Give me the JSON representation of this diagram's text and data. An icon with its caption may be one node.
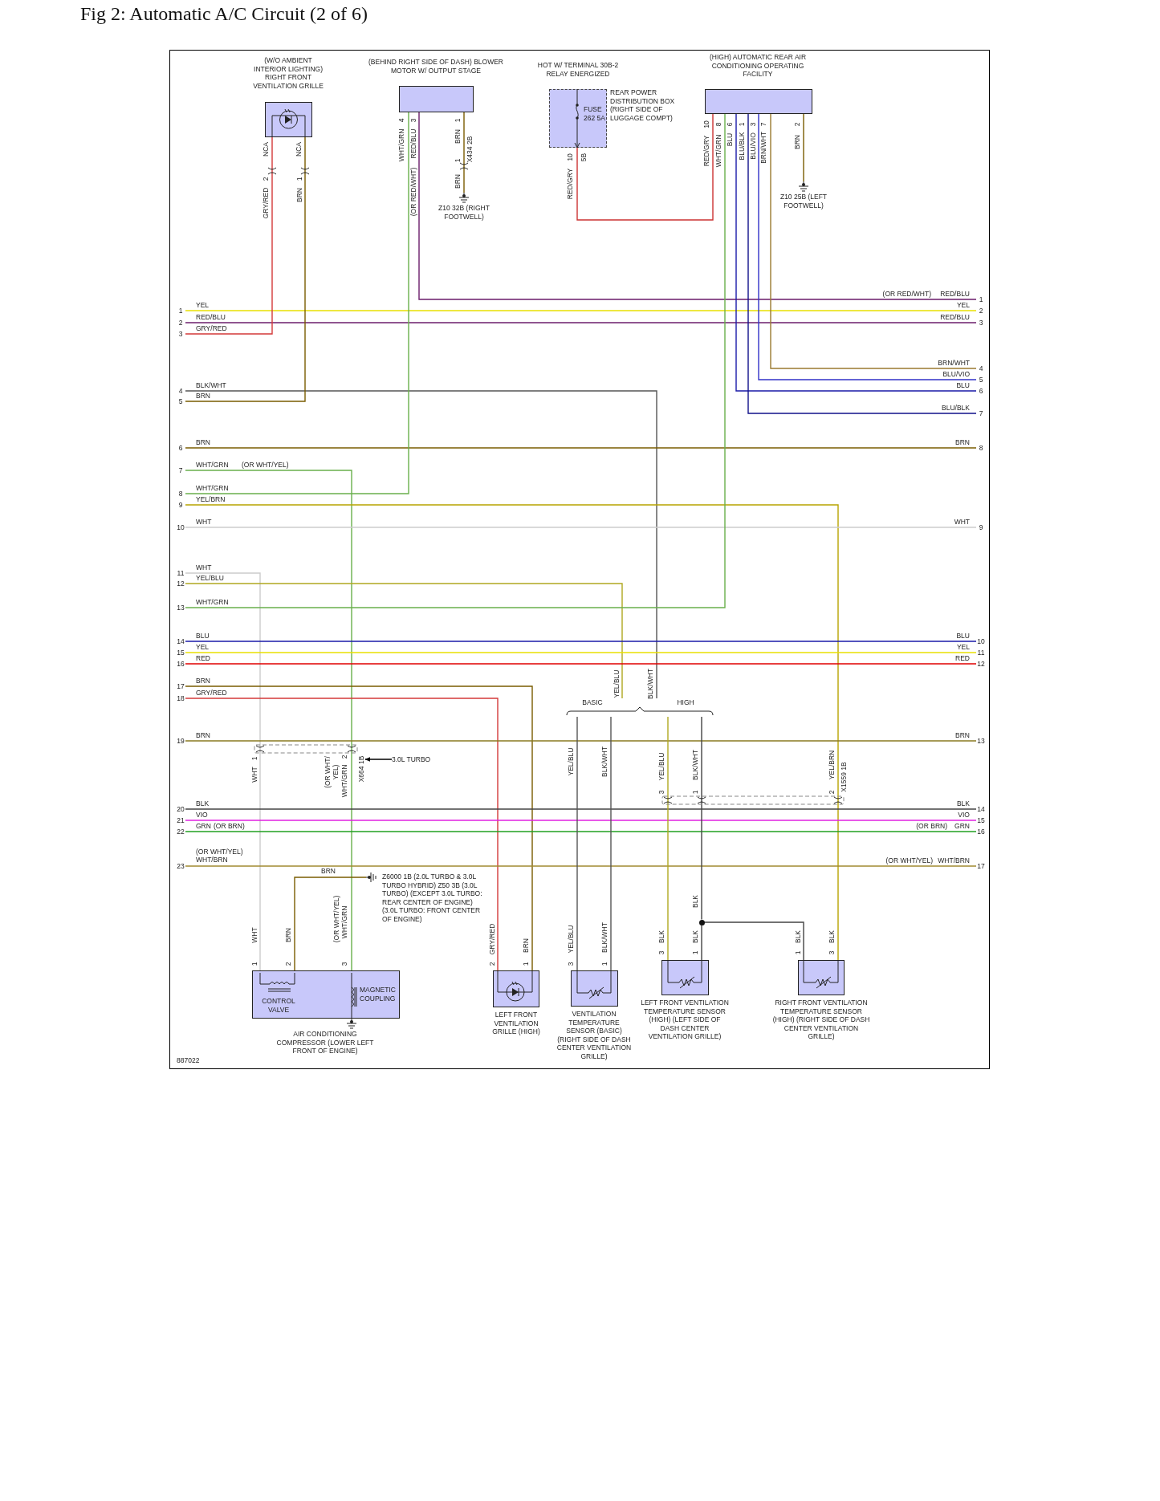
{
  "diagram": {
    "title": "Fig 2: Automatic A/C Circuit (2 of 6)",
    "nodes": [
      {
        "text": [
          "(W/O AMBIENT INTERIOR LIGHTING) RIGHT FRONT VENTILATION GRILLE"
        ]
      },
      {
        "text": [
          "(BEHIND RIGHT SIDE OF DASH) BLOWER MOTOR W/ OUTPUT STAGE"
        ]
      },
      {
        "text": [
          "Z10 32B (RIGHT FOOTWELL)"
        ]
      },
      {
        "text": [
          "HOT W/ TERMINAL 30B-2 RELAY ENERGIZED",
          "FUSE 262 5A",
          "REAR POWER DISTRIBUTION BOX (RIGHT SIDE OF LUGGAGE COMPT)"
        ]
      },
      {
        "text": [
          "(HIGH) AUTOMATIC REAR AIR CONDITIONING OPERATING FACILITY"
        ]
      },
      {
        "text": [
          "Z10 25B (LEFT FOOTWELL)"
        ]
      },
      {
        "text": [
          "1"
        ]
      },
      {
        "text": [
          "2"
        ]
      },
      {
        "text": [
          "3"
        ]
      },
      {
        "text": [
          "4"
        ]
      },
      {
        "text": [
          "5"
        ]
      },
      {
        "text": [
          "6"
        ]
      },
      {
        "text": [
          "7"
        ]
      },
      {
        "text": [
          "8"
        ]
      },
      {
        "text": [
          "9"
        ]
      },
      {
        "text": [
          "10"
        ]
      },
      {
        "text": [
          "11"
        ]
      },
      {
        "text": [
          "12"
        ]
      },
      {
        "text": [
          "13"
        ]
      },
      {
        "text": [
          "14"
        ]
      },
      {
        "text": [
          "15"
        ]
      },
      {
        "text": [
          "16"
        ]
      },
      {
        "text": [
          "17"
        ]
      },
      {
        "text": [
          "18"
        ]
      },
      {
        "text": [
          "19"
        ]
      },
      {
        "text": [
          "20"
        ]
      },
      {
        "text": [
          "21"
        ]
      },
      {
        "text": [
          "22"
        ]
      },
      {
        "text": [
          "23"
        ]
      },
      {
        "text": [
          "1"
        ]
      },
      {
        "text": [
          "2"
        ]
      },
      {
        "text": [
          "3"
        ]
      },
      {
        "text": [
          "4"
        ]
      },
      {
        "text": [
          "5"
        ]
      },
      {
        "text": [
          "6"
        ]
      },
      {
        "text": [
          "7"
        ]
      },
      {
        "text": [
          "8"
        ]
      },
      {
        "text": [
          "9"
        ]
      },
      {
        "text": [
          "10"
        ]
      },
      {
        "text": [
          "11"
        ]
      },
      {
        "text": [
          "12"
        ]
      },
      {
        "text": [
          "13"
        ]
      },
      {
        "text": [
          "14"
        ]
      },
      {
        "text": [
          "15"
        ]
      },
      {
        "text": [
          "16"
        ]
      },
      {
        "text": [
          "17"
        ]
      },
      {
        "text": [
          "BASIC",
          "HIGH"
        ]
      },
      {
        "text": [
          "CONTROL VALVE",
          "MAGNETIC COUPLING",
          "AIR CONDITIONING COMPRESSOR (LOWER LEFT FRONT OF ENGINE)"
        ]
      },
      {
        "text": [
          "Z6000 1B (2.0L TURBO & 3.0L TURBO HYBRID) Z50 3B (3.0L TURBO) (EXCEPT 3.0L TURBO: REAR CENTER OF ENGINE) (3.0L TURBO: FRONT CENTER OF ENGINE)"
        ]
      },
      {
        "text": [
          "LEFT FRONT VENTILATION GRILLE (HIGH)"
        ]
      },
      {
        "text": [
          "VENTILATION TEMPERATURE SENSOR (BASIC) (RIGHT SIDE OF DASH CENTER VENTILATION GRILLE)"
        ]
      },
      {
        "text": [
          "LEFT FRONT VENTILATION TEMPERATURE SENSOR (HIGH) (LEFT SIDE OF DASH CENTER VENTILATION GRILLE)"
        ]
      },
      {
        "text": [
          "RIGHT FRONT VENTILATION TEMPERATURE SENSOR (HIGH) (RIGHT SIDE OF DASH CENTER VENTILATION GRILLE)"
        ]
      },
      {
        "text": [],
        "shape": "circle"
      },
      {
        "text": [
          "3.0L TURBO"
        ]
      },
      {
        "text": [
          "X664 1B"
        ]
      }
    ],
    "edges": [
      {
        "from": 6,
        "to": 30,
        "arrow": "none",
        "color": "#e8e000"
      },
      {
        "from": 7,
        "to": 31,
        "arrow": "none",
        "color": "#6b1d6b"
      },
      {
        "from": 8,
        "to": 0,
        "arrow": "none",
        "color": "#d43a3a"
      },
      {
        "from": 29,
        "to": 1,
        "arrow": "none",
        "color": "#6b1d6b"
      },
      {
        "from": 9,
        "to": 46,
        "arrow": "none",
        "color": "#555555"
      },
      {
        "from": 10,
        "to": 0,
        "arrow": "none",
        "color": "#7a5c00"
      },
      {
        "from": 4,
        "to": 32,
        "arrow": "none",
        "color": "#9a7a30"
      },
      {
        "from": 4,
        "to": 33,
        "arrow": "none",
        "color": "#3232c8"
      },
      {
        "from": 4,
        "to": 34,
        "arrow": "none",
        "color": "#1a1aa8"
      },
      {
        "from": 4,
        "to": 35,
        "arrow": "none",
        "color": "#10108a"
      },
      {
        "from": 11,
        "to": 36,
        "arrow": "none",
        "color": "#7a5c00"
      },
      {
        "from": 12,
        "to": 47,
        "arrow": "none",
        "color": "#6ab04c"
      },
      {
        "from": 13,
        "to": 1,
        "arrow": "none",
        "color": "#6ab04c"
      },
      {
        "from": 14,
        "to": 52,
        "arrow": "none",
        "color": "#b8a400"
      },
      {
        "from": 15,
        "to": 37,
        "arrow": "none",
        "color": "#cccccc"
      },
      {
        "from": 16,
        "to": 47,
        "arrow": "none",
        "color": "#cccccc"
      },
      {
        "from": 17,
        "to": 46,
        "arrow": "none",
        "color": "#b0a820"
      },
      {
        "from": 18,
        "to": 4,
        "arrow": "none",
        "color": "#6ab04c"
      },
      {
        "from": 19,
        "to": 38,
        "arrow": "none",
        "color": "#1a1aa8"
      },
      {
        "from": 20,
        "to": 39,
        "arrow": "none",
        "color": "#e8e000"
      },
      {
        "from": 21,
        "to": 40,
        "arrow": "none",
        "color": "#e00000"
      },
      {
        "from": 22,
        "to": 49,
        "arrow": "none",
        "color": "#7a5c00"
      },
      {
        "from": 23,
        "to": 49,
        "arrow": "none",
        "color": "#d43a3a"
      },
      {
        "from": 24,
        "to": 41,
        "arrow": "none",
        "color": "#8a7a20"
      },
      {
        "from": 25,
        "to": 42,
        "arrow": "none",
        "color": "#444444"
      },
      {
        "from": 26,
        "to": 43,
        "arrow": "none",
        "color": "#e020e0"
      },
      {
        "from": 27,
        "to": 44,
        "arrow": "none",
        "color": "#20a020"
      },
      {
        "from": 28,
        "to": 45,
        "arrow": "none",
        "color": "#a08a30"
      },
      {
        "from": 1,
        "to": 2,
        "arrow": "none",
        "color": "#7a5c00"
      },
      {
        "from": 3,
        "to": 4,
        "arrow": "none",
        "color": "#cc3333"
      },
      {
        "from": 4,
        "to": 5,
        "arrow": "none",
        "color": "#7a5c00"
      },
      {
        "from": 46,
        "to": 50,
        "arrow": "none",
        "color": "#555555"
      },
      {
        "from": 46,
        "to": 50,
        "arrow": "none",
        "color": "#555555"
      },
      {
        "from": 46,
        "to": 51,
        "arrow": "none",
        "color": "#b0a820"
      },
      {
        "from": 46,
        "to": 53,
        "arrow": "none",
        "color": "#444444"
      },
      {
        "from": 53,
        "to": 51,
        "arrow": "none",
        "color": "#444444"
      },
      {
        "from": 53,
        "to": 52,
        "arrow": "none",
        "color": "#444444"
      },
      {
        "from": 47,
        "to": 48,
        "arrow": "none",
        "color": "#7a5c00"
      },
      {
        "from": 54,
        "to": 55,
        "arrow": "to",
        "color": "#000000"
      }
    ],
    "labels": [
      "NCA",
      "NCA",
      "2",
      "1",
      "GRY/RED",
      "BRN",
      "4",
      "3",
      "WHT/GRN",
      "RED/BLU",
      "(OR RED/WHT)",
      "1",
      "BRN",
      "X434 2B",
      "1",
      "BRN",
      "10",
      "5B",
      "RED/GRY",
      "10",
      "8",
      "6",
      "1",
      "3",
      "7",
      "RED/GRY",
      "WHT/GRN",
      "BLU",
      "BLU/BLK",
      "BLU/VIO",
      "BRN/WHT",
      "2",
      "BRN",
      "(OR RED/WHT)",
      "RED/BLU",
      "YEL",
      "YEL",
      "RED/BLU",
      "RED/BLU",
      "GRY/RED",
      "BRN/WHT",
      "BLU/VIO",
      "BLK/WHT",
      "BLU",
      "BRN",
      "BLU/BLK",
      "BRN",
      "BRN",
      "WHT/GRN",
      "(OR WHT/YEL)",
      "WHT/GRN",
      "YEL/BRN",
      "WHT",
      "WHT",
      "WHT",
      "YEL/BLU",
      "WHT/GRN",
      "BLU",
      "BLU",
      "YEL",
      "YEL",
      "RED",
      "RED",
      "BRN",
      "GRY/RED",
      "YEL/BLU",
      "BLK/WHT",
      "BRN",
      "BRN",
      "YEL/BLU",
      "BLK/WHT",
      "YEL/BLU",
      "BLK/WHT",
      "YEL/BRN",
      "X1559 1B",
      "3",
      "1",
      "2",
      "1",
      "WHT",
      "2",
      "(OR WHT/ YEL)",
      "WHT/GRN",
      "BLK",
      "BLK",
      "VIO",
      "VIO",
      "GRN",
      "(OR BRN)",
      "(OR BRN)",
      "GRN",
      "(OR WHT/YEL)",
      "WHT/BRN",
      "(OR WHT/YEL)",
      "WHT/BRN",
      "BRN",
      "BLK",
      "(OR WHT/YEL)",
      "WHT/GRN",
      "WHT",
      "BRN",
      "GRY/RED",
      "BRN",
      "YEL/BLU",
      "BLK/WHT",
      "BLK",
      "BLK",
      "BLK",
      "BLK",
      "1",
      "2",
      "3",
      "2",
      "1",
      "3",
      "1",
      "3",
      "1",
      "1",
      "3",
      "887022"
    ]
  }
}
